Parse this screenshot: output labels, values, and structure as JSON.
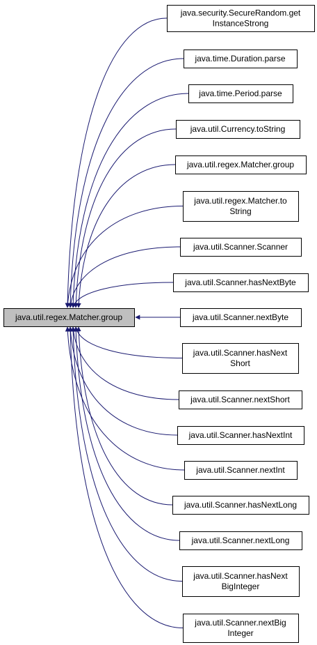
{
  "colors": {
    "edge": "#191970",
    "node_border": "#000000",
    "focus_fill": "#bfbfbf",
    "node_fill": "#ffffff"
  },
  "focus_node": {
    "lines": [
      "java.util.regex.Matcher.group"
    ]
  },
  "caller_nodes": [
    {
      "lines": [
        "java.security.SecureRandom.get",
        "InstanceStrong"
      ]
    },
    {
      "lines": [
        "java.time.Duration.parse"
      ]
    },
    {
      "lines": [
        "java.time.Period.parse"
      ]
    },
    {
      "lines": [
        "java.util.Currency.toString"
      ]
    },
    {
      "lines": [
        "java.util.regex.Matcher.group"
      ]
    },
    {
      "lines": [
        "java.util.regex.Matcher.to",
        "String"
      ]
    },
    {
      "lines": [
        "java.util.Scanner.Scanner"
      ]
    },
    {
      "lines": [
        "java.util.Scanner.hasNextByte"
      ]
    },
    {
      "lines": [
        "java.util.Scanner.nextByte"
      ]
    },
    {
      "lines": [
        "java.util.Scanner.hasNext",
        "Short"
      ]
    },
    {
      "lines": [
        "java.util.Scanner.nextShort"
      ]
    },
    {
      "lines": [
        "java.util.Scanner.hasNextInt"
      ]
    },
    {
      "lines": [
        "java.util.Scanner.nextInt"
      ]
    },
    {
      "lines": [
        "java.util.Scanner.hasNextLong"
      ]
    },
    {
      "lines": [
        "java.util.Scanner.nextLong"
      ]
    },
    {
      "lines": [
        "java.util.Scanner.hasNext",
        "BigInteger"
      ]
    },
    {
      "lines": [
        "java.util.Scanner.nextBig",
        "Integer"
      ]
    }
  ]
}
